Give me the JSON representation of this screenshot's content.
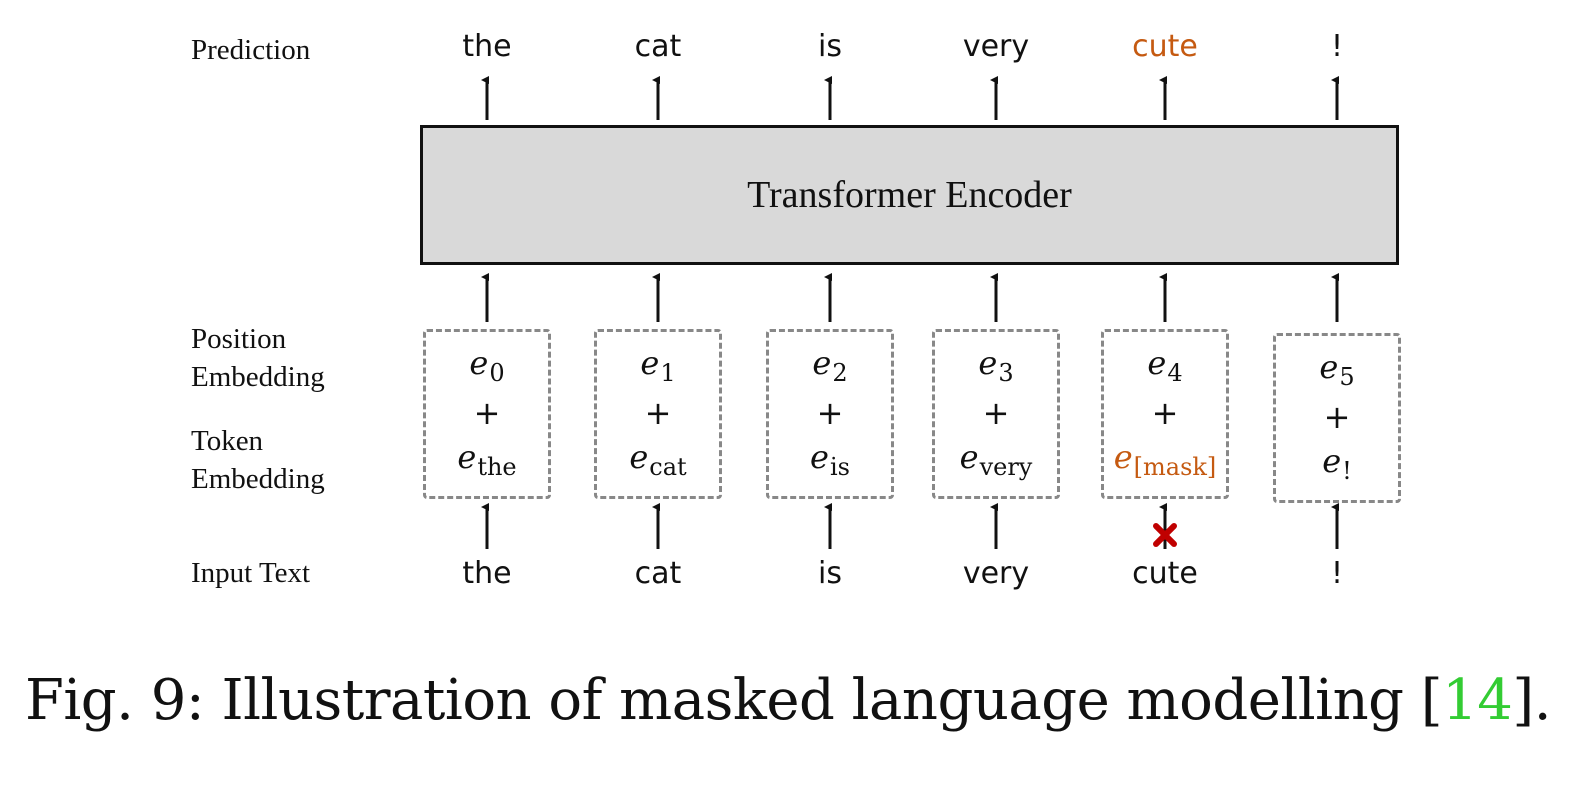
{
  "labels": {
    "prediction": "Prediction",
    "position_embedding_1": "Position",
    "position_embedding_2": "Embedding",
    "token_embedding_1": "Token",
    "token_embedding_2": "Embedding",
    "input_text": "Input Text"
  },
  "encoder_label": "Transformer Encoder",
  "columns": [
    {
      "prediction": "the",
      "pos_sub": "0",
      "tok_sub": "the",
      "input": "the"
    },
    {
      "prediction": "cat",
      "pos_sub": "1",
      "tok_sub": "cat",
      "input": "cat"
    },
    {
      "prediction": "is",
      "pos_sub": "2",
      "tok_sub": "is",
      "input": "is"
    },
    {
      "prediction": "very",
      "pos_sub": "3",
      "tok_sub": "very",
      "input": "very"
    },
    {
      "prediction": "cute",
      "pos_sub": "4",
      "tok_sub": "[mask]",
      "input": "cute"
    },
    {
      "prediction": "!",
      "pos_sub": "5",
      "tok_sub": "!",
      "input": "!"
    }
  ],
  "embedding": {
    "symbol": "e",
    "plus": "+"
  },
  "masked_column": 4,
  "caption": {
    "prefix": "Fig. 9: Illustration of masked language modelling [",
    "citation": "14",
    "suffix": "]."
  },
  "colors": {
    "highlight": "#c55a11",
    "citation": "#33cc33",
    "cross": "#c00000",
    "box_fill": "#d9d9d9",
    "dash": "#888888"
  }
}
